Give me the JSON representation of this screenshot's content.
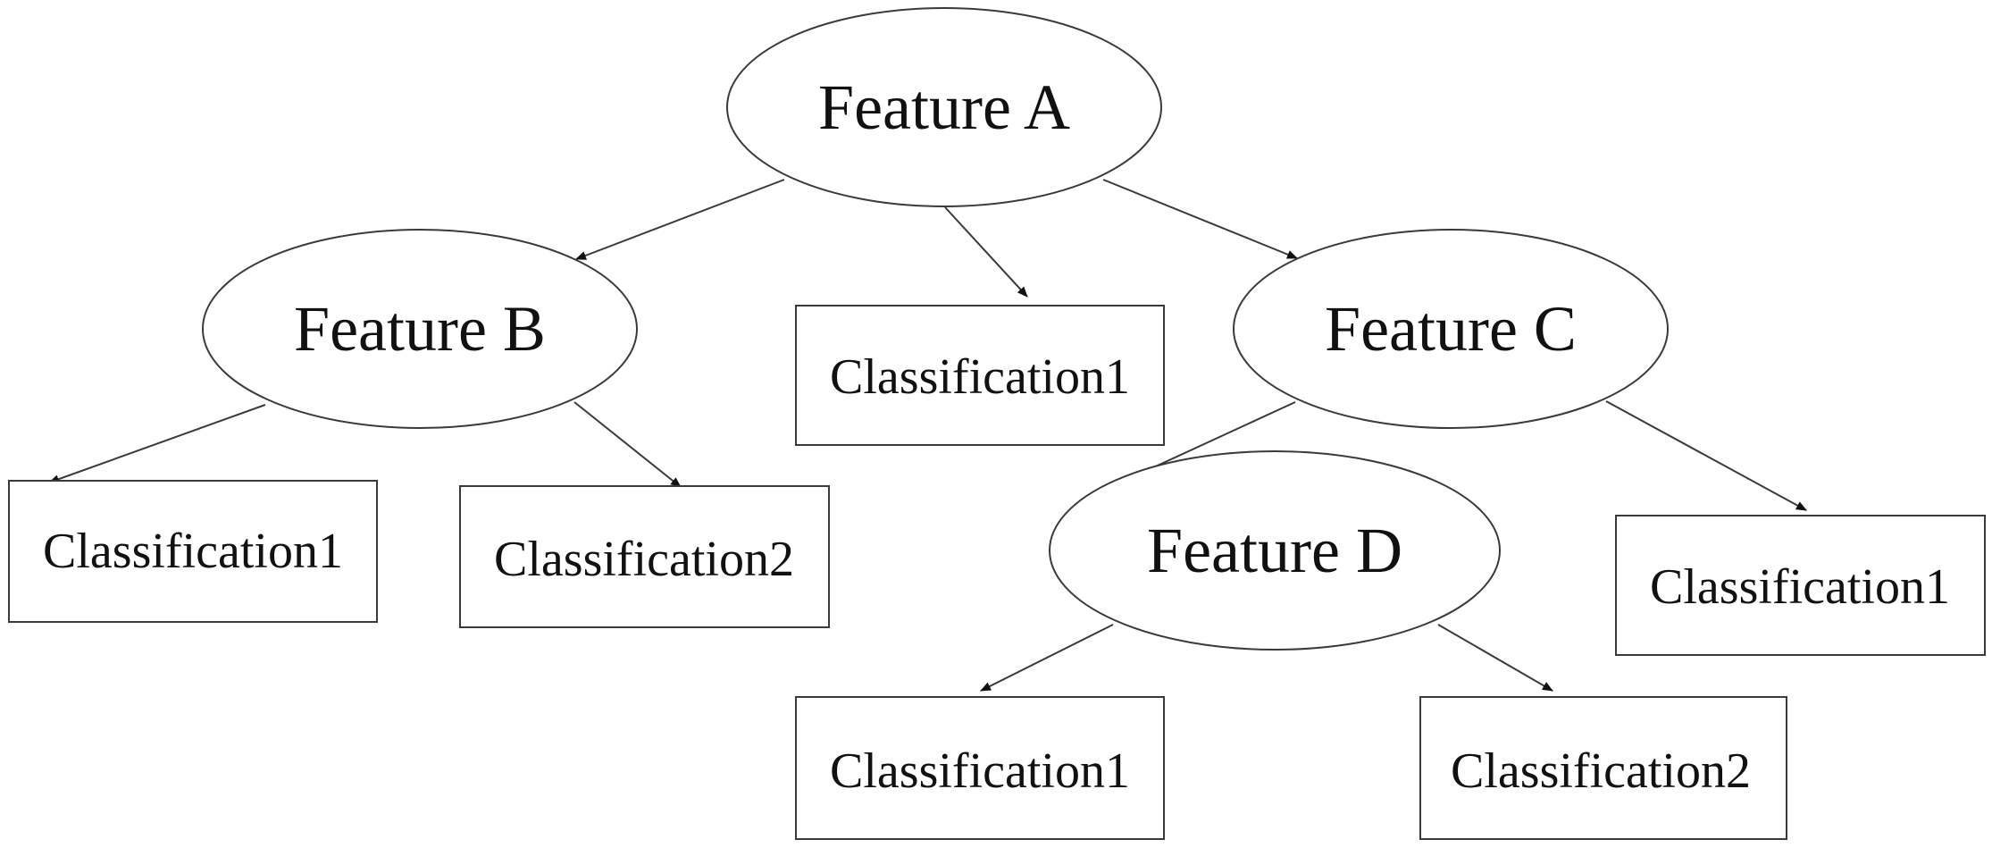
{
  "diagram": {
    "nodes": [
      {
        "id": "feature-a",
        "label": "Feature A",
        "shape": "ellipse"
      },
      {
        "id": "feature-b",
        "label": "Feature B",
        "shape": "ellipse"
      },
      {
        "id": "feature-c",
        "label": "Feature C",
        "shape": "ellipse"
      },
      {
        "id": "feature-d",
        "label": "Feature D",
        "shape": "ellipse"
      },
      {
        "id": "a-class1",
        "label": "Classification1",
        "shape": "box"
      },
      {
        "id": "b-class1",
        "label": "Classification1",
        "shape": "box"
      },
      {
        "id": "b-class2",
        "label": "Classification2",
        "shape": "box"
      },
      {
        "id": "c-class1",
        "label": "Classification1",
        "shape": "box"
      },
      {
        "id": "d-class1",
        "label": "Classification1",
        "shape": "box"
      },
      {
        "id": "d-class2",
        "label": "Classification2",
        "shape": "box"
      }
    ],
    "edges": [
      {
        "from": "feature-a",
        "to": "feature-b"
      },
      {
        "from": "feature-a",
        "to": "a-class1"
      },
      {
        "from": "feature-a",
        "to": "feature-c"
      },
      {
        "from": "feature-b",
        "to": "b-class1"
      },
      {
        "from": "feature-b",
        "to": "b-class2"
      },
      {
        "from": "feature-c",
        "to": "feature-d"
      },
      {
        "from": "feature-c",
        "to": "c-class1"
      },
      {
        "from": "feature-d",
        "to": "d-class1"
      },
      {
        "from": "feature-d",
        "to": "d-class2"
      }
    ]
  }
}
